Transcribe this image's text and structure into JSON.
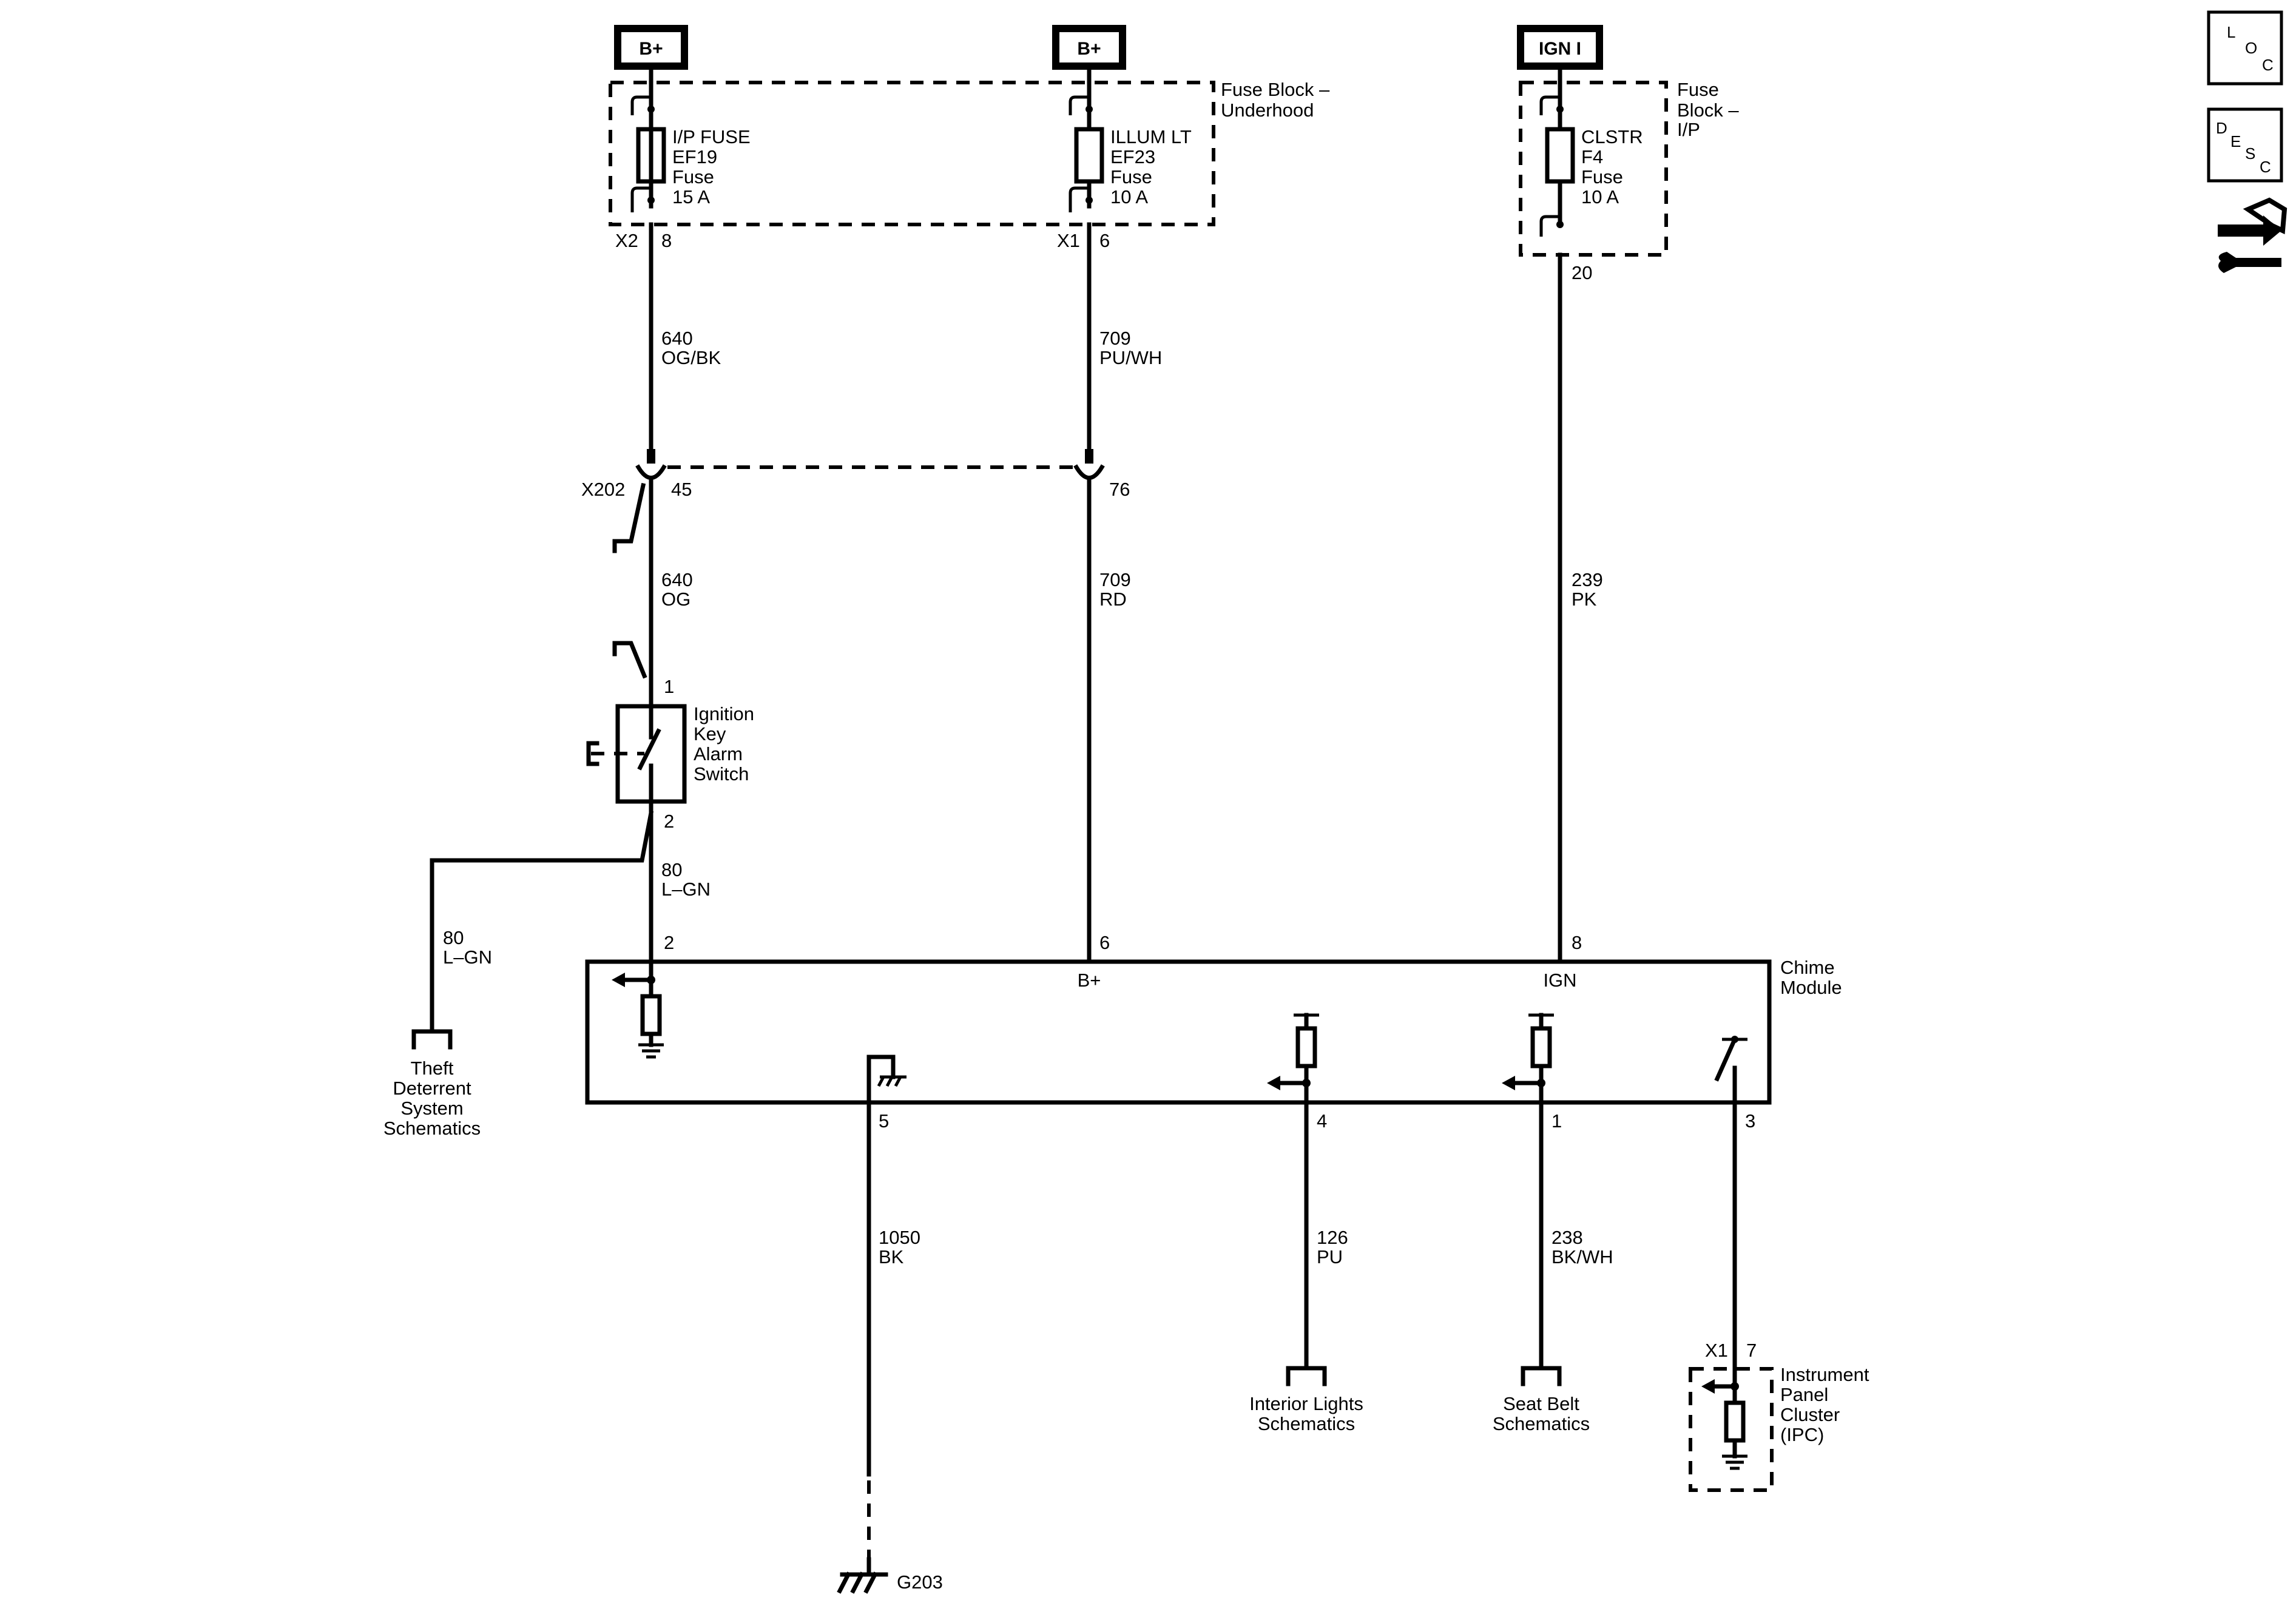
{
  "sources": {
    "bplus_1": "B+",
    "bplus_2": "B+",
    "ign": "IGN I"
  },
  "fuse_block_underhood": {
    "label_line1": "Fuse Block –",
    "label_line2": "Underhood",
    "fuse1": {
      "name": "I/P FUSE",
      "id": "EF19",
      "type": "Fuse",
      "rating": "15 A"
    },
    "fuse2": {
      "name": "ILLUM LT",
      "id": "EF23",
      "type": "Fuse",
      "rating": "10 A"
    },
    "conn1": "X2",
    "pin1": "8",
    "conn2": "X1",
    "pin2": "6"
  },
  "fuse_block_ip": {
    "label_line1": "Fuse",
    "label_line2": "Block –",
    "label_line3": "I/P",
    "fuse": {
      "name": "CLSTR",
      "id": "F4",
      "type": "Fuse",
      "rating": "10 A"
    },
    "pin": "20"
  },
  "wires": {
    "w640a": {
      "circuit": "640",
      "color": "OG/BK"
    },
    "w709a": {
      "circuit": "709",
      "color": "PU/WH"
    },
    "w640b": {
      "circuit": "640",
      "color": "OG"
    },
    "w709b": {
      "circuit": "709",
      "color": "RD"
    },
    "w239": {
      "circuit": "239",
      "color": "PK"
    },
    "w80a": {
      "circuit": "80",
      "color": "L–GN"
    },
    "w80b": {
      "circuit": "80",
      "color": "L–GN"
    },
    "w1050": {
      "circuit": "1050",
      "color": "BK"
    },
    "w126": {
      "circuit": "126",
      "color": "PU"
    },
    "w238": {
      "circuit": "238",
      "color": "BK/WH"
    }
  },
  "x202": {
    "name": "X202",
    "pin_left": "45",
    "pin_right": "76"
  },
  "ignition_switch": {
    "line1": "Ignition",
    "line2": "Key",
    "line3": "Alarm",
    "line4": "Switch",
    "pin_top": "1",
    "pin_bottom": "2"
  },
  "chime_module": {
    "line1": "Chime",
    "line2": "Module",
    "label_bplus": "B+",
    "label_ign": "IGN",
    "pins_top": [
      "2",
      "6",
      "8"
    ],
    "pins_bottom": [
      "5",
      "4",
      "1",
      "3"
    ]
  },
  "refs": {
    "theft": [
      "Theft",
      "Deterrent",
      "System",
      "Schematics"
    ],
    "interior": [
      "Interior Lights",
      "Schematics"
    ],
    "seatbelt": [
      "Seat Belt",
      "Schematics"
    ]
  },
  "ipc": {
    "conn": "X1",
    "pin": "7",
    "lines": [
      "Instrument",
      "Panel",
      "Cluster",
      "(IPC)"
    ]
  },
  "ground": {
    "name": "G203"
  },
  "side_icons": {
    "loc": [
      "L",
      "O",
      "C"
    ],
    "desc": [
      "D",
      "E",
      "S",
      "C"
    ],
    "icons": [
      "loc-icon",
      "desc-icon",
      "connector-repair-icon"
    ]
  }
}
